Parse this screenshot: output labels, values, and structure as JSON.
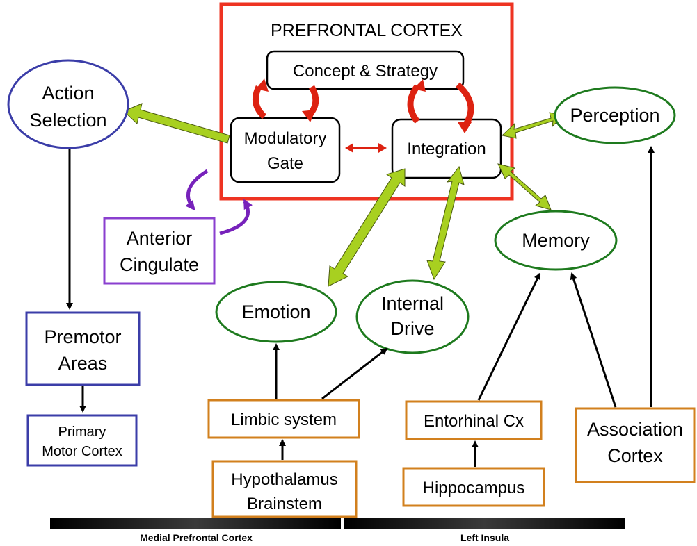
{
  "diagram": {
    "title": "PREFRONTAL CORTEX",
    "colors": {
      "prefrontal_border": "#ee3322",
      "blue_node": "#3b3da8",
      "purple_node": "#8a3fcf",
      "green_node": "#1e7a1e",
      "orange_node": "#d2801e",
      "lime_arrow": "#a8d020",
      "red_arrow": "#dd2211",
      "purple_arrow": "#7722bb"
    },
    "nodes": {
      "concept": "Concept & Strategy",
      "gate_1": "Modulatory",
      "gate_2": "Gate",
      "integration": "Integration",
      "action_1": "Action",
      "action_2": "Selection",
      "anterior_1": "Anterior",
      "anterior_2": "Cingulate",
      "premotor_1": "Premotor",
      "premotor_2": "Areas",
      "primary_1": "Primary",
      "primary_2": "Motor Cortex",
      "perception": "Perception",
      "memory": "Memory",
      "emotion": "Emotion",
      "drive_1": "Internal",
      "drive_2": "Drive",
      "limbic": "Limbic system",
      "hypo_1": "Hypothalamus",
      "hypo_2": "Brainstem",
      "entorhinal": "Entorhinal Cx",
      "hippocampus": "Hippocampus",
      "assoc_1": "Association",
      "assoc_2": "Cortex"
    },
    "captions": {
      "left": "Medial Prefrontal Cortex",
      "right": "Left Insula"
    }
  }
}
